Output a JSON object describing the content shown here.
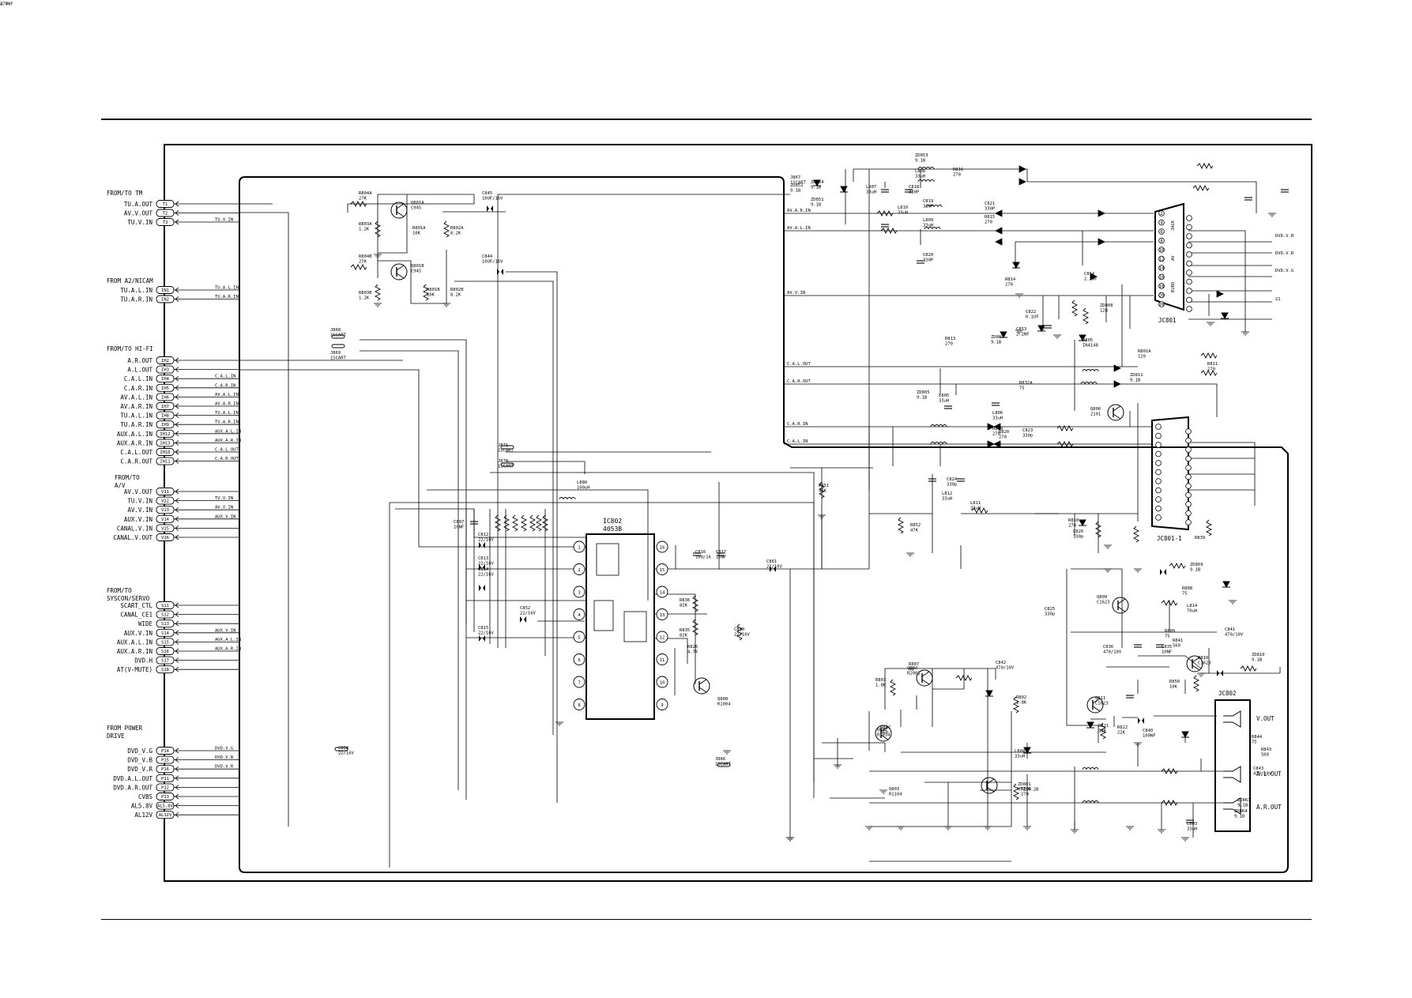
{
  "groups": [
    {
      "title": "FROM/TO TM",
      "pins": [
        {
          "label": "TU.A.OUT",
          "num": "T1",
          "net": ""
        },
        {
          "label": "AV.V.OUT",
          "num": "T2",
          "net": ""
        },
        {
          "label": "TU.V.IN",
          "num": "T3",
          "net": "TU.V.IN"
        }
      ]
    },
    {
      "title": "FROM A2/NICAM",
      "pins": [
        {
          "label": "TU.A.L.IN",
          "num": "IN1",
          "net": "TU.A.L.IN"
        },
        {
          "label": "TU.A.R.IN",
          "num": "IN2",
          "net": "TU.A.R.IN"
        }
      ]
    },
    {
      "title": "FROM/TO HI-FI",
      "pins": [
        {
          "label": "A.R.OUT",
          "num": "IH2",
          "net": ""
        },
        {
          "label": "A.L.OUT",
          "num": "IH3",
          "net": ""
        },
        {
          "label": "C.A.L.IN",
          "num": "IH4",
          "net": "C.A.L.IN"
        },
        {
          "label": "C.A.R.IN",
          "num": "IH5",
          "net": "C.A.R.IN"
        },
        {
          "label": "AV.A.L.IN",
          "num": "IH6",
          "net": "AV.A.L.IN"
        },
        {
          "label": "AV.A.R.IN",
          "num": "IH7",
          "net": "AV.A.R.IN"
        },
        {
          "label": "TU.A.L.IN",
          "num": "IH8",
          "net": "TU.A.L.IN"
        },
        {
          "label": "TU.A.R.IN",
          "num": "IH9",
          "net": "TU.A.R.IN"
        },
        {
          "label": "AUX.A.L.IN",
          "num": "IH12",
          "net": "AUX.A.L.IN"
        },
        {
          "label": "AUX.A.R.IN",
          "num": "IH13",
          "net": "AUX.A.R.IN"
        },
        {
          "label": "C.A.L.OUT",
          "num": "IH10",
          "net": "C.A.L.OUT"
        },
        {
          "label": "C.A.R.OUT",
          "num": "IH11",
          "net": "C.A.R.OUT"
        }
      ]
    },
    {
      "title": "FROM/TO A/V",
      "pins": [
        {
          "label": "AV.V.OUT",
          "num": "V11",
          "net": ""
        },
        {
          "label": "TU.V.IN",
          "num": "V12",
          "net": "TU.V.IN"
        },
        {
          "label": "AV.V.IN",
          "num": "V13",
          "net": "AV.V.IN"
        },
        {
          "label": "AUX.V.IN",
          "num": "V14",
          "net": "AUX.V.IN"
        },
        {
          "label": "CANAL.V.IN",
          "num": "V15",
          "net": ""
        },
        {
          "label": "CANAL.V.OUT",
          "num": "V16",
          "net": ""
        }
      ]
    },
    {
      "title": "FROM/TO SYSCON/SERVO",
      "pins": [
        {
          "label": "SCART_CTL",
          "num": "S11",
          "net": ""
        },
        {
          "label": "CANAL_CE1",
          "num": "S12",
          "net": ""
        },
        {
          "label": "WIDE",
          "num": "S13",
          "net": ""
        },
        {
          "label": "AUX.V.IN",
          "num": "S14",
          "net": "AUX.V.IN"
        },
        {
          "label": "AUX.A.L.IN",
          "num": "S15",
          "net": "AUX.A.L.IN"
        },
        {
          "label": "AUX.A.R.IN",
          "num": "S16",
          "net": "AUX.A.R.IN"
        },
        {
          "label": "DVD.H",
          "num": "S17",
          "net": ""
        },
        {
          "label": "AT(V-MUTE)",
          "num": "S18",
          "net": ""
        }
      ]
    },
    {
      "title": "FROM POWER DRIVE",
      "pins": [
        {
          "label": "DVD_V.G",
          "num": "P14",
          "net": "DVD.V.G"
        },
        {
          "label": "DVD_V.B",
          "num": "P15",
          "net": "DVD.V.B"
        },
        {
          "label": "DVD_V.R",
          "num": "P16",
          "net": "DVD.V.R"
        },
        {
          "label": "DVD.A.L.OUT",
          "num": "P11",
          "net": ""
        },
        {
          "label": "DVD.A.R.OUT",
          "num": "P12",
          "net": ""
        },
        {
          "label": "CVBS",
          "num": "P13",
          "net": ""
        },
        {
          "label": "AL5.8V",
          "num": "AL5.8V",
          "net": ""
        },
        {
          "label": "AL12V",
          "num": "AL12V",
          "net": ""
        }
      ]
    }
  ],
  "ic802": {
    "ref": "IC802",
    "part": "4053B",
    "left_pins": [
      "1",
      "2",
      "3",
      "4",
      "5",
      "6",
      "7",
      "8"
    ],
    "right_pins": [
      "16",
      "15",
      "14",
      "13",
      "12",
      "11",
      "10",
      "9"
    ]
  },
  "transistors": [
    {
      "ref": "Q801A",
      "part": "C945"
    },
    {
      "ref": "Q801B",
      "part": "C945"
    },
    {
      "ref": "Q806",
      "part": "2101"
    },
    {
      "ref": "Q809",
      "part": "C1623"
    },
    {
      "ref": "Q810",
      "part": "C1623"
    },
    {
      "ref": "Q811",
      "part": "C1623"
    },
    {
      "ref": "Q804",
      "part": "R2001"
    },
    {
      "ref": "Q802",
      "part": "R1034"
    },
    {
      "ref": "Q803",
      "part": "R1104"
    },
    {
      "ref": "Q808",
      "part": "R1004"
    }
  ],
  "components": [
    {
      "ref": "R804A",
      "val": "27K"
    },
    {
      "ref": "R803A",
      "val": "1.2K"
    },
    {
      "ref": "R801A",
      "val": "10K"
    },
    {
      "ref": "R802A",
      "val": "8.2K"
    },
    {
      "ref": "C845",
      "val": "10UF/16V"
    },
    {
      "ref": "R804B",
      "val": "27K"
    },
    {
      "ref": "R803B",
      "val": "1.2K"
    },
    {
      "ref": "R801B",
      "val": "10K"
    },
    {
      "ref": "R802B",
      "val": "8.2K"
    },
    {
      "ref": "C844",
      "val": "10UF/16V"
    },
    {
      "ref": "J868",
      "val": "1SCART"
    },
    {
      "ref": "J869",
      "val": "1SCART"
    },
    {
      "ref": "J871",
      "val": "1SCART"
    },
    {
      "ref": "J870",
      "val": "1SCART"
    },
    {
      "ref": "L880",
      "val": "100uH"
    },
    {
      "ref": "R851",
      "val": "47K"
    },
    {
      "ref": "R852",
      "val": "47K"
    },
    {
      "ref": "C807",
      "val": "10NF"
    },
    {
      "ref": "C812",
      "val": "22/16V"
    },
    {
      "ref": "C813",
      "val": "22/16V"
    },
    {
      "ref": "C814",
      "val": "22/16V"
    },
    {
      "ref": "C815",
      "val": "22/16V"
    },
    {
      "ref": "C852",
      "val": "22/16V"
    },
    {
      "ref": "C816",
      "val": "100/16"
    },
    {
      "ref": "C817",
      "val": "10NF"
    },
    {
      "ref": "C861",
      "val": "22/16V"
    },
    {
      "ref": "R836",
      "val": "82K"
    },
    {
      "ref": "R835",
      "val": "82K"
    },
    {
      "ref": "C830",
      "val": "22/16V"
    },
    {
      "ref": "R826",
      "val": "4.7K"
    },
    {
      "ref": "C858",
      "val": "22/16V"
    },
    {
      "ref": "J866",
      "val": "1SCART"
    },
    {
      "ref": "J867",
      "val": "1SCART"
    },
    {
      "ref": "ZD852",
      "val": "9.1B"
    },
    {
      "ref": "ZD854",
      "val": "9.1B"
    },
    {
      "ref": "ZD851",
      "val": "9.1B"
    },
    {
      "ref": "ZD853",
      "val": "9.1B"
    },
    {
      "ref": "L808",
      "val": "33uH"
    },
    {
      "ref": "L807",
      "val": "33uH"
    },
    {
      "ref": "C818",
      "val": "330P"
    },
    {
      "ref": "C819",
      "val": "330P"
    },
    {
      "ref": "L809",
      "val": "33uH"
    },
    {
      "ref": "L810",
      "val": "33uH"
    },
    {
      "ref": "C820",
      "val": "330P"
    },
    {
      "ref": "C821",
      "val": "330P"
    },
    {
      "ref": "R815",
      "val": "270"
    },
    {
      "ref": "R816",
      "val": "270"
    },
    {
      "ref": "R813",
      "val": "270"
    },
    {
      "ref": "R814",
      "val": "270"
    },
    {
      "ref": "C854",
      "val": "2.2NF"
    },
    {
      "ref": "C853",
      "val": "2.2NF"
    },
    {
      "ref": "ZD808",
      "val": "12B"
    },
    {
      "ref": "ZD807",
      "val": "9.1B"
    },
    {
      "ref": "D805",
      "val": "IN4148"
    },
    {
      "ref": "C822",
      "val": "0.1UF"
    },
    {
      "ref": "R832A",
      "val": "75"
    },
    {
      "ref": "R801A",
      "val": "120"
    },
    {
      "ref": "ZD811",
      "val": "9.1B"
    },
    {
      "ref": "ZD805",
      "val": "9.1B"
    },
    {
      "ref": "L805",
      "val": "33uH"
    },
    {
      "ref": "L806",
      "val": "33uH"
    },
    {
      "ref": "R819",
      "val": "270"
    },
    {
      "ref": "R820",
      "val": "270"
    },
    {
      "ref": "C823",
      "val": "330p"
    },
    {
      "ref": "C824",
      "val": "330p"
    },
    {
      "ref": "L812",
      "val": "33uH"
    },
    {
      "ref": "L811",
      "val": "33uH"
    },
    {
      "ref": "R811",
      "val": "270"
    },
    {
      "ref": "R810",
      "val": "270"
    },
    {
      "ref": "C825",
      "val": "330p"
    },
    {
      "ref": "C826",
      "val": "330p"
    },
    {
      "ref": "R839",
      "val": ""
    },
    {
      "ref": "ZD809",
      "val": "9.1B"
    },
    {
      "ref": "R808",
      "val": "75"
    },
    {
      "ref": "L814",
      "val": "70uH"
    },
    {
      "ref": "C841",
      "val": "470/10V"
    },
    {
      "ref": "R809",
      "val": "75"
    },
    {
      "ref": "ZD810",
      "val": "9.1B"
    },
    {
      "ref": "R841",
      "val": "560"
    },
    {
      "ref": "C836",
      "val": "470/10V"
    },
    {
      "ref": "C835",
      "val": "10NF"
    },
    {
      "ref": "C842",
      "val": "470/10V"
    },
    {
      "ref": "R807",
      "val": "68"
    },
    {
      "ref": "R842",
      "val": "560"
    },
    {
      "ref": "R803",
      "val": "1.8K"
    },
    {
      "ref": "R802",
      "val": "1.8K"
    },
    {
      "ref": "ZD801",
      "val": "MTZJ6.2B"
    },
    {
      "ref": "R850",
      "val": "10K"
    },
    {
      "ref": "R821",
      "val": "33K"
    },
    {
      "ref": "R822",
      "val": "22K"
    },
    {
      "ref": "C840",
      "val": "100NF"
    },
    {
      "ref": "R844",
      "val": "75"
    },
    {
      "ref": "R843",
      "val": "560"
    },
    {
      "ref": "C843",
      "val": "470/10V"
    },
    {
      "ref": "ZD863",
      "val": "9.1B"
    },
    {
      "ref": "ZD864",
      "val": "9.1B"
    },
    {
      "ref": "L803",
      "val": "33uH"
    },
    {
      "ref": "L804",
      "val": "33uH"
    },
    {
      "ref": "R806",
      "val": "270"
    },
    {
      "ref": "R805",
      "val": "270"
    },
    {
      "ref": "C857",
      "val": "4.7NF"
    }
  ],
  "jacks": [
    {
      "ref": "JC801",
      "labels": [
        "JACK",
        "EURO",
        "AV"
      ]
    },
    {
      "ref": "JC801-1",
      "labels": []
    },
    {
      "ref": "JC802",
      "outputs": [
        "V.OUT",
        "A.L.OUT",
        "A.R.OUT"
      ]
    }
  ],
  "nets": {
    "av_a_r_in": "AV.A.R.IN",
    "av_a_l_in": "AV.A.L.IN",
    "av_v_in": "AV.V.IN",
    "c_a_l_out": "C.A.L.OUT",
    "c_a_r_out": "C.A.R.OUT",
    "c_a_r_in": "C.A.R.IN",
    "c_a_l_in": "C.A.L.IN",
    "dvd_v_b": "DVD.V.B",
    "dvd_v_r": "DVD.V.R",
    "dvd_v_g": "DVD.V.G",
    "tu_v_in": "TU.V.IN",
    "aux_v_in": "AUX.V.IN",
    "node_21": "21"
  },
  "colors": {
    "ink": "#000000",
    "paper": "#ffffff"
  }
}
